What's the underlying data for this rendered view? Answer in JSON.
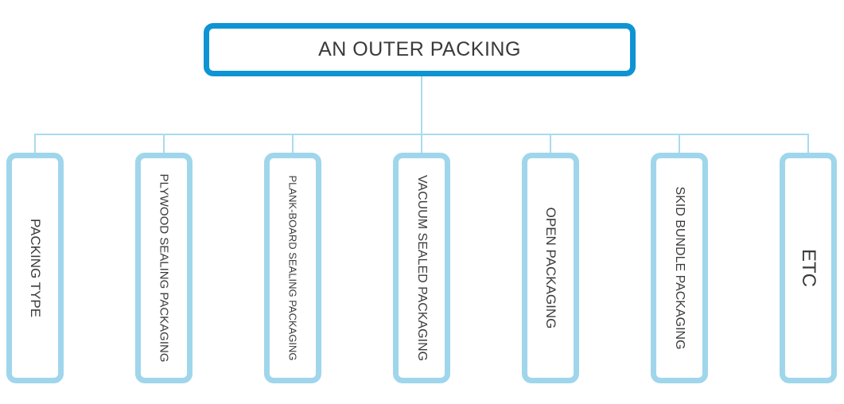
{
  "root": {
    "label": "AN OUTER PACKING"
  },
  "leaves": [
    {
      "label": "PACKING TYPE"
    },
    {
      "label": "PLYWOOD SEALING PACKAGING"
    },
    {
      "label": "PLANK-BOARD SEALING PACKAGING"
    },
    {
      "label": "VACUUM SEALED PACKAGING"
    },
    {
      "label": "OPEN PACKAGING"
    },
    {
      "label": "SKID BUNDLE PACKAGING"
    },
    {
      "label": "ETC"
    }
  ],
  "colors": {
    "root_border": "#0e94d3",
    "leaf_border": "#9fd6ec",
    "connector": "#a9dbef",
    "text": "#3a3a3a"
  }
}
